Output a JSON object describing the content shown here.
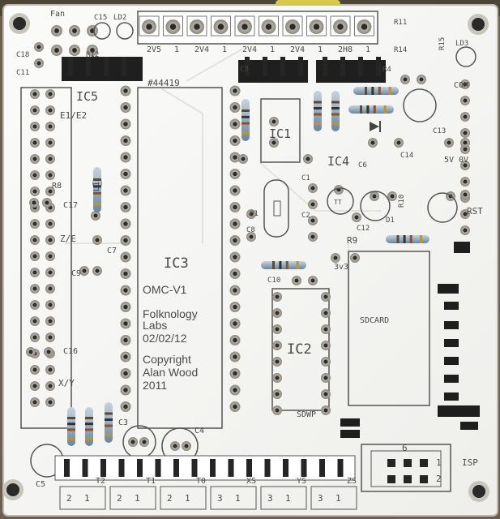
{
  "board": {
    "colors": {
      "pcb": "#f6f6f4",
      "pad": "#a9a49a",
      "hole": "#2b2b2b",
      "pin": "#252525",
      "silk": "#4a4a4a",
      "resistor_body": "#9db3c2",
      "mask_bar": "#1e1e1e",
      "background": "#6a5f50"
    },
    "header_labels": {
      "fan": "Fan",
      "c15": "C15",
      "ld2": "LD2",
      "c18": "C18",
      "c11": "C11",
      "r12": "R12",
      "r11": "R11",
      "r14": "R14",
      "r15": "R15",
      "ld3": "LD3",
      "c3_top": "C3",
      "r4": "R4"
    },
    "connectors": [
      {
        "left": "2V5",
        "right": "1"
      },
      {
        "left": "2V4",
        "right": "1"
      },
      {
        "left": "2V4",
        "right": "1"
      },
      {
        "left": "2V4",
        "right": "1"
      },
      {
        "left": "2H8",
        "right": "1"
      }
    ],
    "part_number": "#44419",
    "icons": {
      "resistor": "resistor-icon",
      "capacitor": "capacitor-icon",
      "crystal": "crystal-icon",
      "mounting_hole": "mounting-hole-icon"
    },
    "labels": {
      "ic5": "IC5",
      "e1e2": "E1/E2",
      "r8": "R8",
      "l1": "L1",
      "c17": "C17",
      "ze": "Z/E",
      "c7": "C7",
      "c9": "C9",
      "c16": "C16",
      "xy": "X/Y",
      "c5": "C5",
      "c3": "C3",
      "c4": "C4",
      "ic3": "IC3",
      "ic1": "IC1",
      "ic4": "IC4",
      "ic2": "IC2",
      "c1": "C1",
      "c2": "C2",
      "c6": "C6",
      "c8": "C8",
      "q1": "Q1",
      "c10": "C10",
      "c12": "C12",
      "c13": "C13",
      "c14": "C14",
      "r9": "R9",
      "r10": "R10",
      "d1": "D1",
      "tt": "TT",
      "v3v3": "3v3",
      "com": "COM",
      "v5": "5V",
      "v0": "0V",
      "rst": "RST",
      "sdcard": "SDCARD",
      "sdwp": "SDWP",
      "isp": "ISP",
      "isp_6": "6",
      "isp_1": "1",
      "isp_2": "2"
    },
    "silkscreen": {
      "model": "OMC-V1",
      "org1": "Folknology",
      "org2": "Labs",
      "date": "02/02/12",
      "copy": "Copyright",
      "author": "Alan Wood",
      "year": "2011"
    },
    "bottom_groups": [
      {
        "label": "T2",
        "pins": [
          "2",
          "1"
        ]
      },
      {
        "label": "T1",
        "pins": [
          "2",
          "1"
        ]
      },
      {
        "label": "T0",
        "pins": [
          "2",
          "1"
        ]
      },
      {
        "label": "XS",
        "pins": [
          "3",
          "1"
        ]
      },
      {
        "label": "YS",
        "pins": [
          "3",
          "1"
        ]
      },
      {
        "label": "ZS",
        "pins": [
          "3",
          "1"
        ]
      }
    ]
  }
}
